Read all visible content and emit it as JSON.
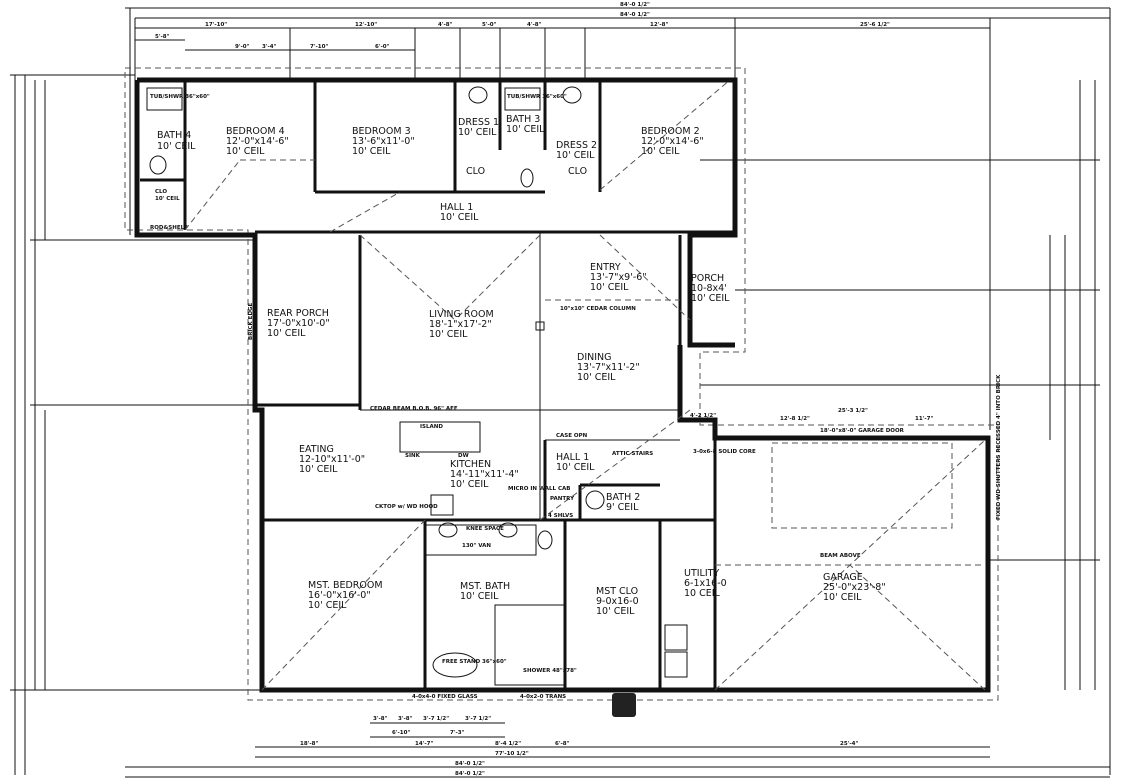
{
  "rooms": {
    "bath4": [
      "BATH 4",
      "10' CEIL"
    ],
    "bedroom4": [
      "BEDROOM 4",
      "12'-0\"x14'-6\"",
      "10' CEIL"
    ],
    "bedroom3": [
      "BEDROOM 3",
      "13'-6\"x11'-0\"",
      "10' CEIL"
    ],
    "dress1": [
      "DRESS 1",
      "10' CEIL"
    ],
    "bath3": [
      "BATH 3",
      "10' CEIL"
    ],
    "dress2": [
      "DRESS 2",
      "10' CEIL"
    ],
    "bedroom2": [
      "BEDROOM 2",
      "12'-0\"x14'-6\"",
      "10' CEIL"
    ],
    "hall1_upper": [
      "HALL 1",
      "10' CEIL"
    ],
    "clo_bath4": [
      "CLO",
      "10' CEIL"
    ],
    "clo1": "CLO",
    "clo2": "CLO",
    "rear_porch": [
      "REAR PORCH",
      "17'-0\"x10'-0\"",
      "10' CEIL"
    ],
    "living_room": [
      "LIVING ROOM",
      "18'-1\"x17'-2\"",
      "10' CEIL"
    ],
    "entry": [
      "ENTRY",
      "13'-7\"x9'-6\"",
      "10' CEIL"
    ],
    "porch": [
      "PORCH",
      "10-8x4'",
      "10' CEIL"
    ],
    "dining": [
      "DINING",
      "13'-7\"x11'-2\"",
      "10' CEIL"
    ],
    "eating": [
      "EATING",
      "12-10\"x11'-0\"",
      "10' CEIL"
    ],
    "kitchen": [
      "KITCHEN",
      "14'-11\"x11'-4\"",
      "10' CEIL"
    ],
    "hall1_lower": [
      "HALL 1",
      "10' CEIL"
    ],
    "bath2": [
      "BATH 2",
      "9' CEIL"
    ],
    "pantry": "PANTRY",
    "mst_bedroom": [
      "MST. BEDROOM",
      "16'-0\"x16'-0\"",
      "10' CEIL"
    ],
    "mst_bath": [
      "MST. BATH",
      "10' CEIL"
    ],
    "mst_clo": [
      "MST CLO",
      "9-0x16-0",
      "10' CEIL"
    ],
    "utility": [
      "UTILITY",
      "6-1x16-0",
      "10 CEIL"
    ],
    "garage": [
      "GARAGE",
      "25'-0\"x23'-8\"",
      "10' CEIL"
    ]
  },
  "notes": {
    "tub1": "TUB/SHWR 36\"x60\"",
    "tub2": "TUB/SHWR 36\"x60\"",
    "rodshelf": "ROD&SHELF",
    "cedar_column": "10\"x10\" CEDAR COLUMN",
    "cedar_beam": "CEDAR BEAM B.O.B. 96\" AFF",
    "case_opn": "CASE OPN",
    "island": "ISLAND",
    "sink": "SINK",
    "dw": "DW",
    "cktop": "CKTOP w/ WD HOOD",
    "micro": "MICRO IN WALL CAB",
    "attic": "ATTIC STAIRS",
    "shelves": "4 SHLVS",
    "knee": "KNEE SPACE",
    "van": "130\" VAN",
    "freestand": "FREE STAND 36\"x60\"",
    "shower": "SHOWER 48\"x78\"",
    "garage_door": "18'-0\"x8'-0\" GARAGE DOOR",
    "beam_above": "BEAM ABOVE",
    "solid_core": "3-0x6-8 SOLID CORE",
    "fixed_glass": "4-0x4-0 FIXED GLASS",
    "trans": "4-0x2-0 TRANS",
    "brick_edge": "BRICK EDGE",
    "shutters": "FIXED WD SHUTTERS RECESSED 4\" INTO BRICK"
  },
  "dimensions": {
    "top_overall_1": "84'-0 1/2\"",
    "top_overall_2": "84'-0 1/2\"",
    "top_segments": [
      "17'-10\"",
      "12'-10\"",
      "4'-8\"",
      "5'-0\"",
      "4'-8\"",
      "12'-8\"",
      "25'-6 1/2\""
    ],
    "top_sub": [
      "5'-8\"",
      "9'-0\"",
      "3'-4\"",
      "7'-10\"",
      "6'-0\""
    ],
    "bottom_segments": [
      "18'-8\"",
      "14'-7\"",
      "8'-4 1/2\"",
      "6'-8\"",
      "25'-4\""
    ],
    "bottom_sub": [
      "3'-8\"",
      "3'-8\"",
      "3'-7 1/2\"",
      "3'-7 1/2\""
    ],
    "bottom_sub2": [
      "6'-10\"",
      "7'-3\""
    ],
    "bottom_total": "77'-10 1/2\"",
    "bottom_overall_1": "84'-0 1/2\"",
    "bottom_overall_2": "84'-0 1/2\"",
    "garage_top": [
      "4'-2 1/2\"",
      "25'-3 1/2\"",
      "12'-8 1/2\"",
      "11'-7\""
    ]
  }
}
